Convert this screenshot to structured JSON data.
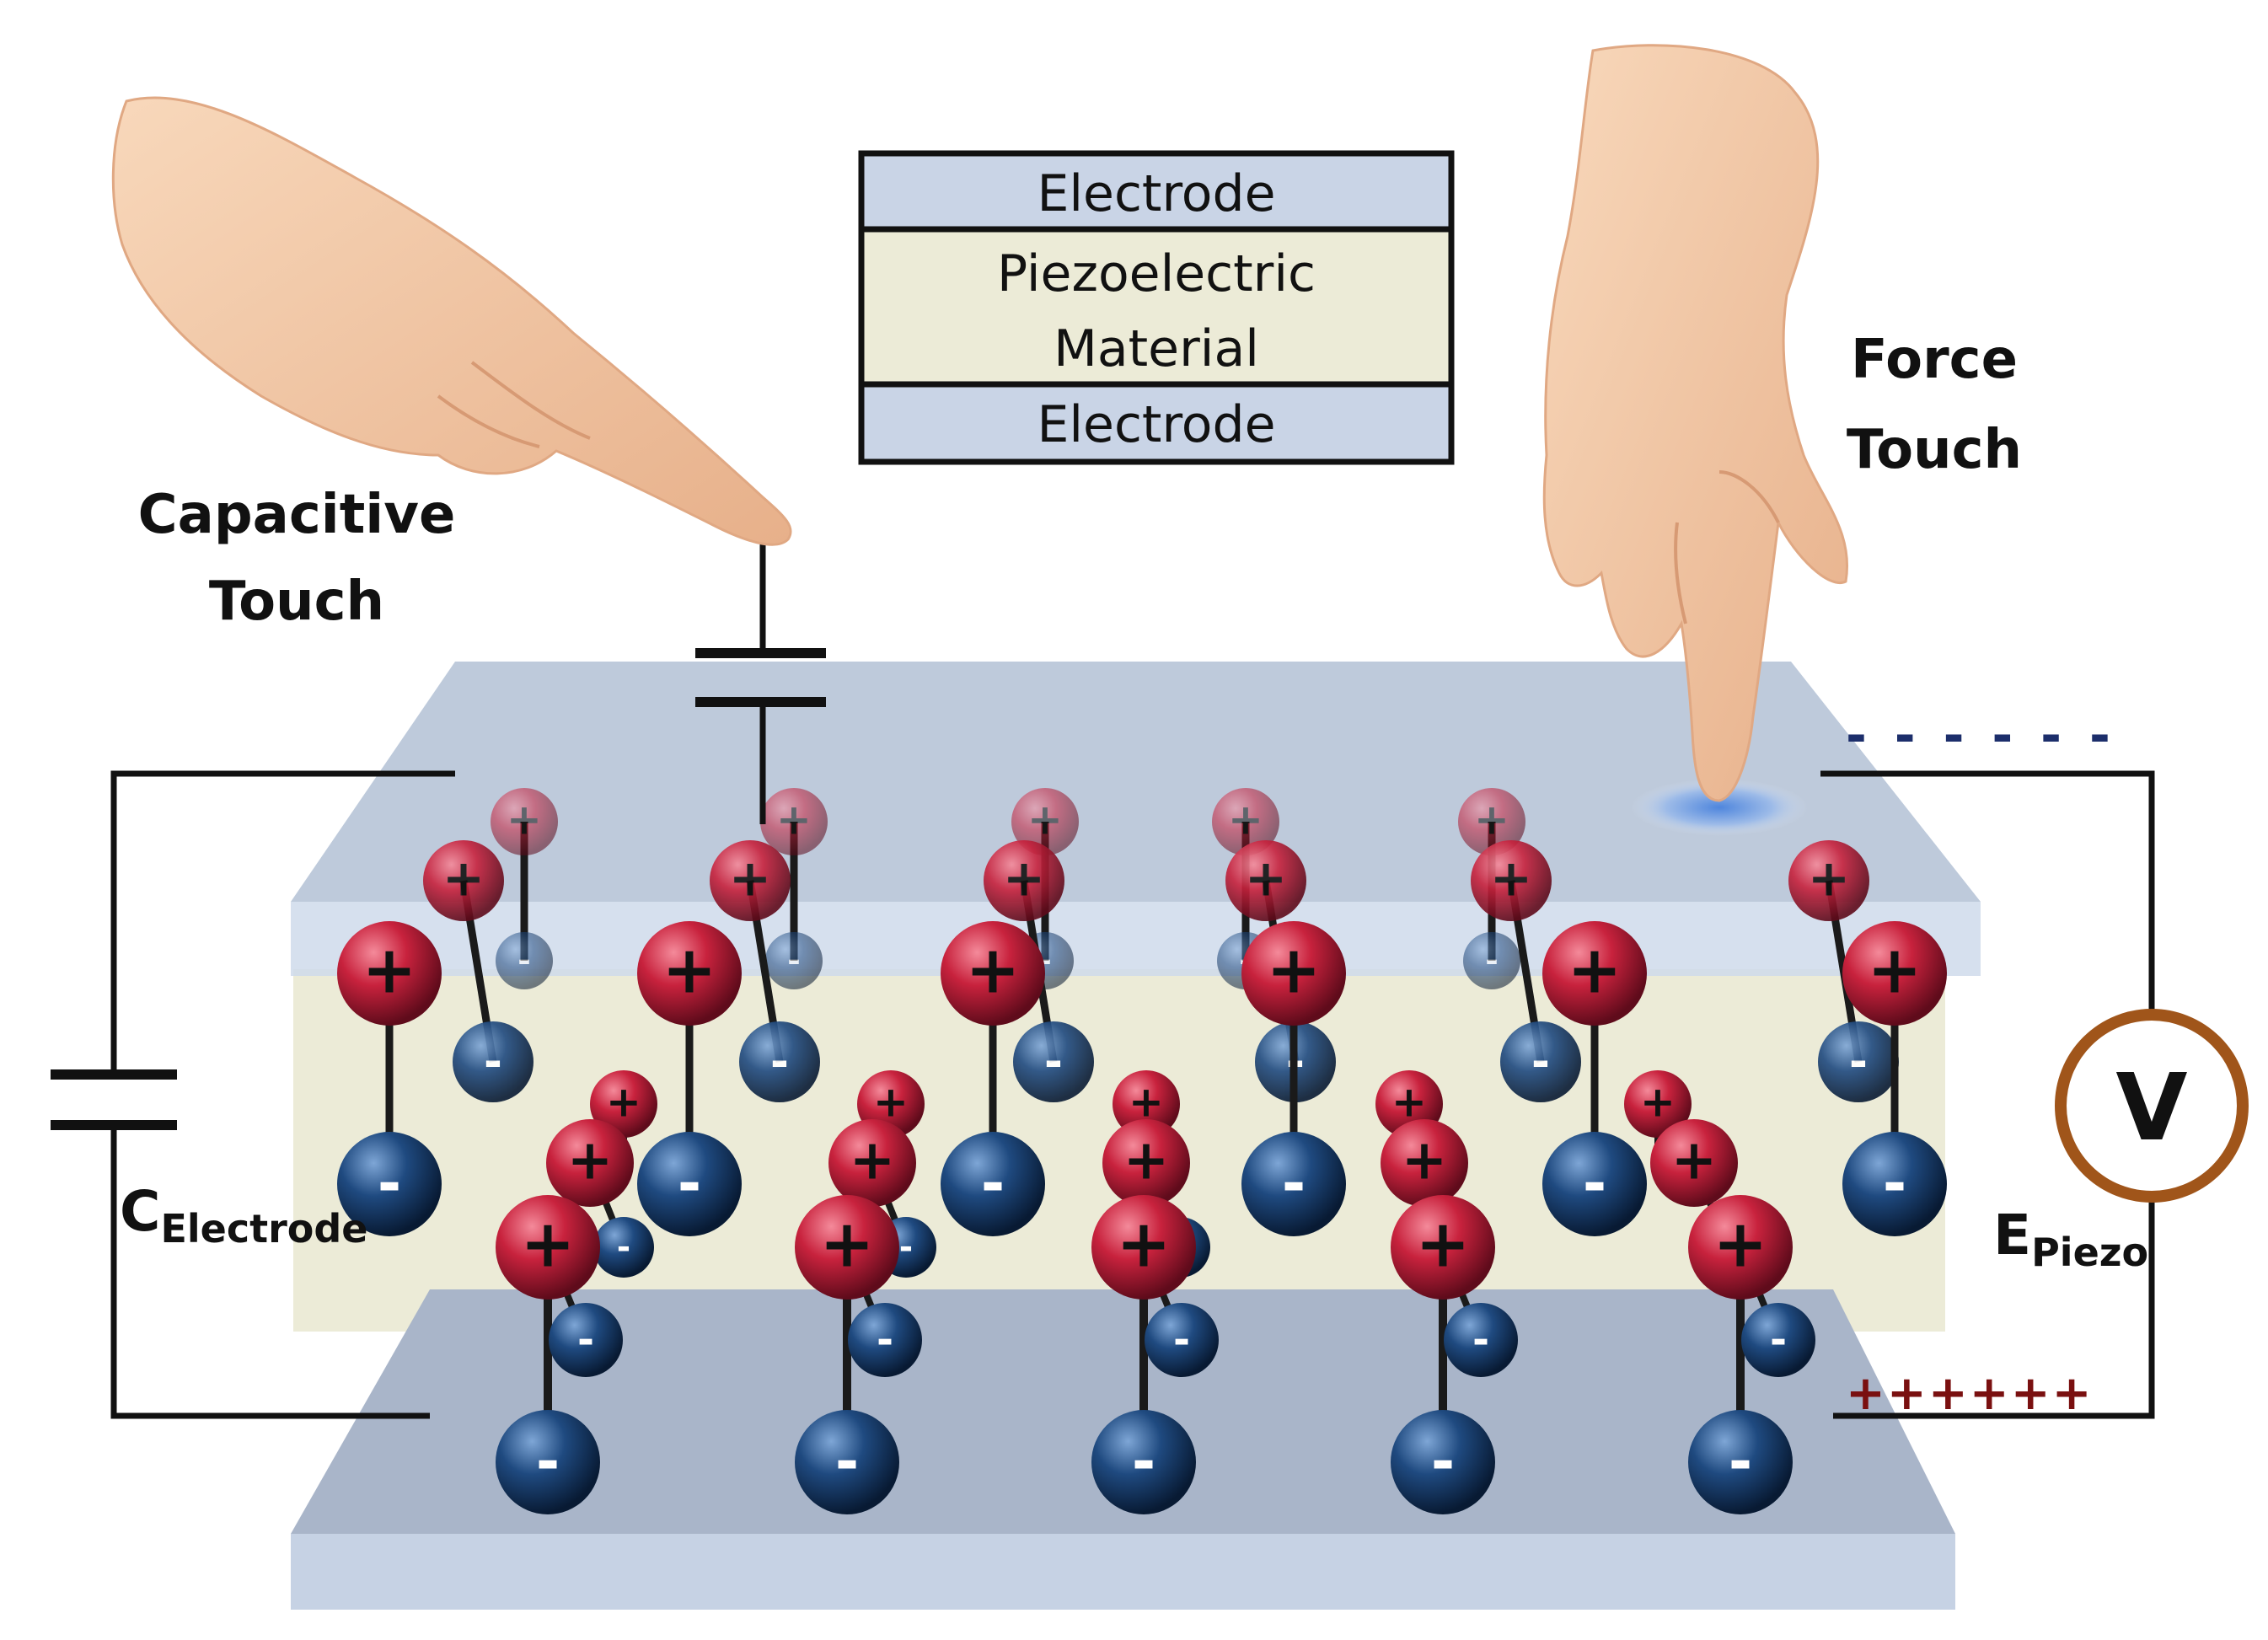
{
  "legend": {
    "top_label": "Electrode",
    "middle_label_line1": "Piezoelectric",
    "middle_label_line2": "Material",
    "bottom_label": "Electrode"
  },
  "labels": {
    "capacitive_line1": "Capacitive",
    "capacitive_line2": "Touch",
    "force_line1": "Force",
    "force_line2": "Touch",
    "c_main": "C",
    "c_sub": "Electrode",
    "e_main": "E",
    "e_sub": "Piezo",
    "voltmeter": "V",
    "top_charges": "- - - - - -",
    "bottom_charges": "++++++"
  },
  "ion_signs": {
    "positive": "+",
    "negative": "-"
  },
  "colors": {
    "electrode": "#c9d4e6",
    "electrode_dark": "#98a6bb",
    "piezo": "#ecebd7",
    "positive_ion": "#c8223d",
    "negative_ion": "#173a66",
    "wire": "#111111",
    "voltmeter_ring": "#a0551a",
    "charge_red": "#7a1010",
    "charge_blue": "#1c2e6b",
    "skin": "#f3caa6"
  }
}
